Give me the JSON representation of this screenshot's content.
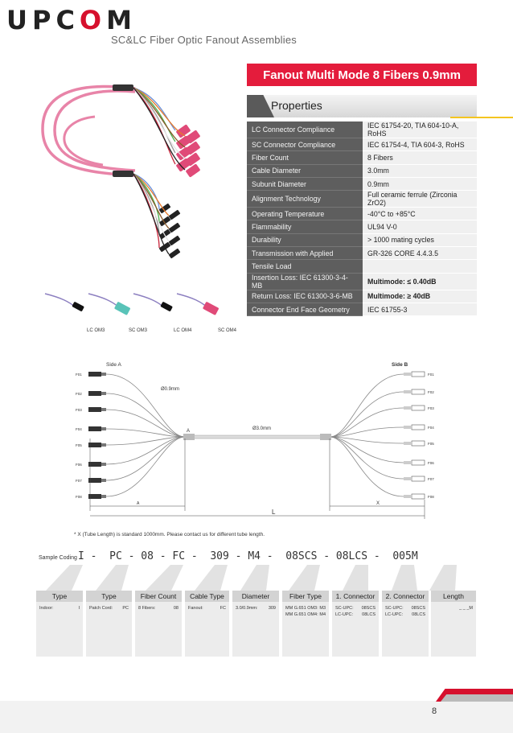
{
  "header": {
    "logo_text": "UPCOM",
    "subtitle": "SC&LC Fiber Optic Fanout Assemblies"
  },
  "banner": {
    "title": "Fanout Multi Mode 8 Fibers 0.9mm"
  },
  "properties": {
    "heading": "Properties",
    "rows": [
      {
        "key": "LC Connector Compliance",
        "value": "IEC 61754-20, TIA 604-10-A, RoHS"
      },
      {
        "key": "SC Connector Compliance",
        "value": "IEC 61754-4, TIA 604-3, RoHS"
      },
      {
        "key": "Fiber Count",
        "value": "8 Fibers"
      },
      {
        "key": "Cable Diameter",
        "value": "3.0mm"
      },
      {
        "key": "Subunit Diameter",
        "value": "0.9mm"
      },
      {
        "key": "Alignment Technology",
        "value": "Full ceramic ferrule (Zirconia ZrO2)"
      },
      {
        "key": "Operating Temperature",
        "value": "-40°C to +85°C"
      },
      {
        "key": "Flammability",
        "value": "UL94 V-0"
      },
      {
        "key": "Durability",
        "value": "> 1000 mating cycles"
      },
      {
        "key": "Transmission with Applied",
        "value": "GR-326 CORE 4.4.3.5"
      },
      {
        "key": "Tensile Load",
        "value": ""
      },
      {
        "key": "Insertion Loss: IEC 61300-3-4-MB",
        "value": "Multimode: ≤ 0.40dB"
      },
      {
        "key": "Return Loss: IEC 61300-3-6-MB",
        "value": "Multimode: ≥ 40dB"
      },
      {
        "key": "Connector End Face Geometry",
        "value": "IEC 61755-3"
      }
    ]
  },
  "connector_captions": [
    "LC OM3",
    "SC OM3",
    "LC OM4",
    "SC OM4"
  ],
  "diagram": {
    "side_a": "Side A",
    "side_b": "Side B",
    "left_ports": [
      "F01",
      "F02",
      "F03",
      "F04",
      "F05",
      "F06",
      "F07",
      "F08"
    ],
    "right_ports": [
      "F01",
      "F02",
      "F03",
      "F04",
      "F05",
      "F06",
      "F07",
      "F08"
    ],
    "subunit_label": "Ø0.9mm",
    "cable_label": "Ø3.0mm",
    "point_a": "A",
    "dim_a": "A",
    "dim_x": "X",
    "dim_l": "L"
  },
  "note": "* X (Tube Length) is standard 1000mm. Please contact us for different tube length.",
  "coding": {
    "label": "Sample Coding",
    "code": "I -  PC - 08 - FC -  309 - M4 -  08SCS - 08LCS -  005M"
  },
  "groups": [
    {
      "title": "Type",
      "rows": [
        [
          "Indoor:",
          "I"
        ]
      ]
    },
    {
      "title": "Type",
      "rows": [
        [
          "Patch Cord:",
          "PC"
        ]
      ]
    },
    {
      "title": "Fiber Count",
      "rows": [
        [
          "8 Fibers:",
          "08"
        ]
      ]
    },
    {
      "title": "Cable Type",
      "rows": [
        [
          "Fanout:",
          "FC"
        ]
      ]
    },
    {
      "title": "Diameter",
      "rows": [
        [
          "3.0/0.9mm:",
          "309"
        ]
      ]
    },
    {
      "title": "Fiber Type",
      "rows": [
        [
          "MM G.651 OM3:",
          "M3"
        ],
        [
          "MM G.651 OM4:",
          "M4"
        ]
      ]
    },
    {
      "title": "1. Connector",
      "rows": [
        [
          "SC-UPC:",
          "08SCS"
        ],
        [
          "LC-UPC:",
          "08LCS"
        ]
      ]
    },
    {
      "title": "2. Connector",
      "rows": [
        [
          "SC-UPC:",
          "08SCS"
        ],
        [
          "LC-UPC:",
          "08LCS"
        ]
      ]
    },
    {
      "title": "Length",
      "rows": [
        [
          "",
          "_ _ _M"
        ]
      ]
    }
  ],
  "page_number": "8",
  "colors": {
    "brand_red": "#e41c3c",
    "table_key_bg": "#5e5e5e",
    "table_value_bg": "#f0f0f0",
    "cable_pink": "#e884a8",
    "connector_om3": "#59c3b8",
    "connector_om4": "#e04a78"
  }
}
